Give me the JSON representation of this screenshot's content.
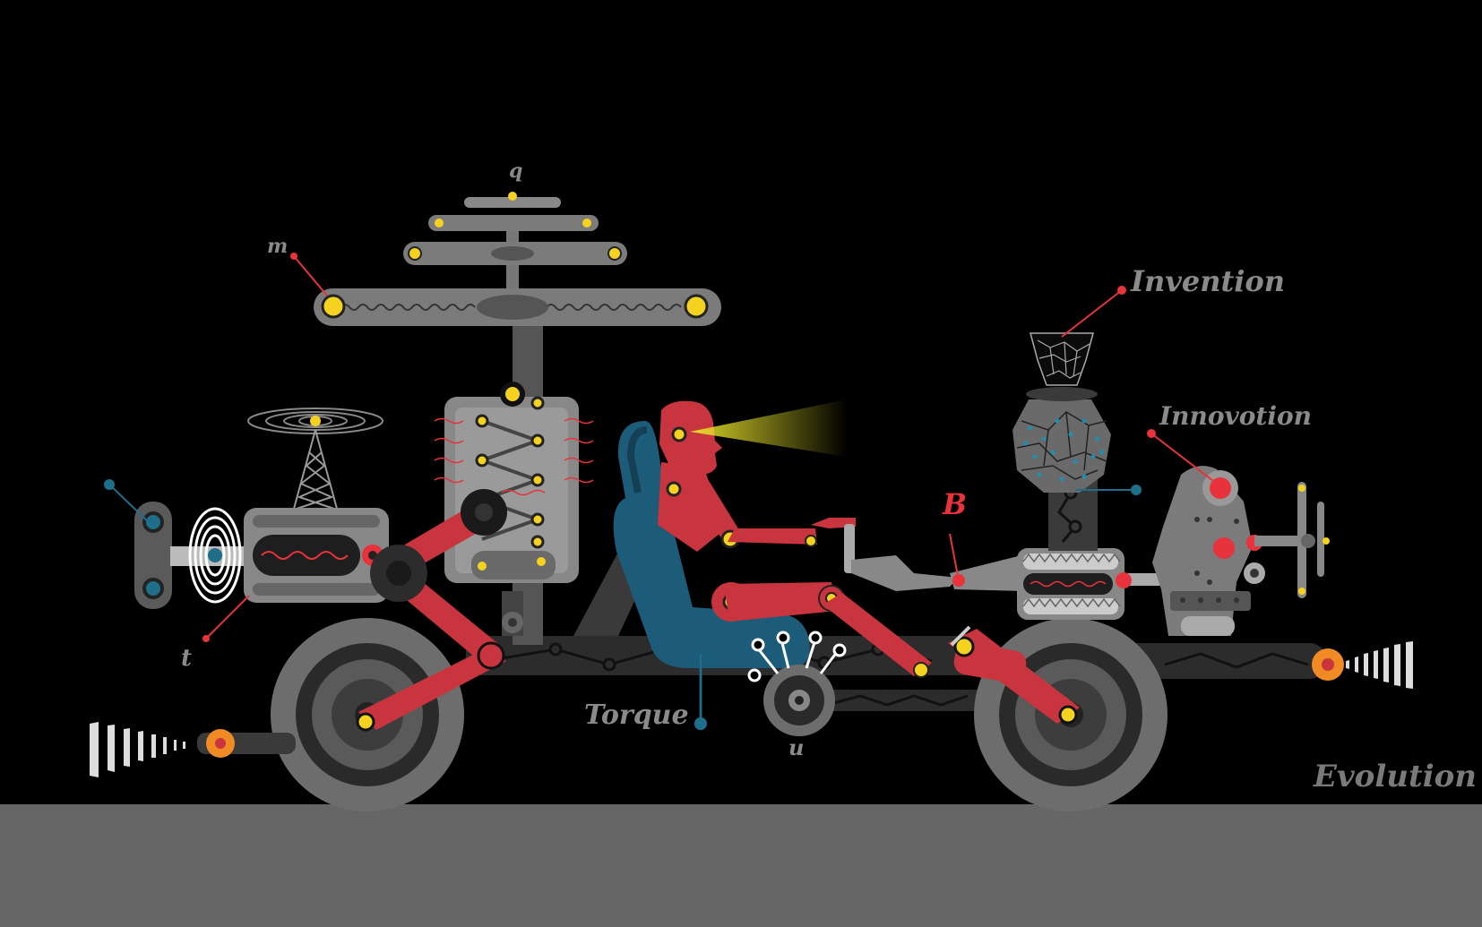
{
  "labels": {
    "q": "q",
    "m": "m",
    "invention": "Invention",
    "innovation": "Innovotion",
    "b": "B",
    "t": "t",
    "torque": "Torque",
    "u": "u",
    "evolution": "Evolution"
  },
  "colors": {
    "background": "#000000",
    "ground": "#666666",
    "machine_gray": "#7b7b7b",
    "dark_gray": "#3a3a3a",
    "light_gray": "#a8a8a8",
    "robot_red": "#c8353e",
    "seat_blue": "#1d5c79",
    "joint_yellow": "#f5d21f",
    "accent_red": "#e8323c",
    "accent_blue": "#1f6f8a",
    "orange": "#f08a24",
    "label_gray": "#8a8a8a"
  },
  "icons": [
    "propeller-icon",
    "antenna-icon",
    "robot-figure-icon",
    "wheel-icon",
    "gear-icon",
    "spring-icon",
    "brain-icon"
  ]
}
